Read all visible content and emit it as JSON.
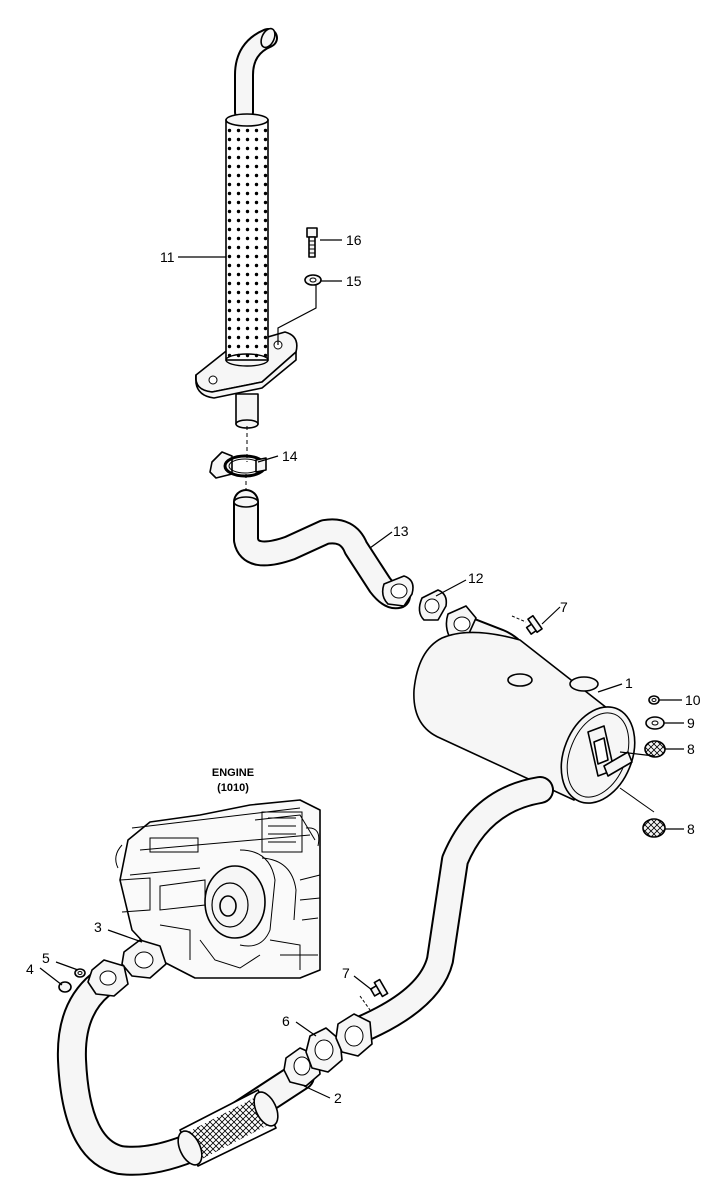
{
  "engine": {
    "title": "ENGINE",
    "code": "(1010)"
  },
  "callouts": {
    "c1": "1",
    "c2": "2",
    "c3": "3",
    "c4": "4",
    "c5": "5",
    "c6": "6",
    "c7a": "7",
    "c7b": "7",
    "c8a": "8",
    "c8b": "8",
    "c9": "9",
    "c10": "10",
    "c11": "11",
    "c12": "12",
    "c13": "13",
    "c14": "14",
    "c15": "15",
    "c16": "16"
  }
}
